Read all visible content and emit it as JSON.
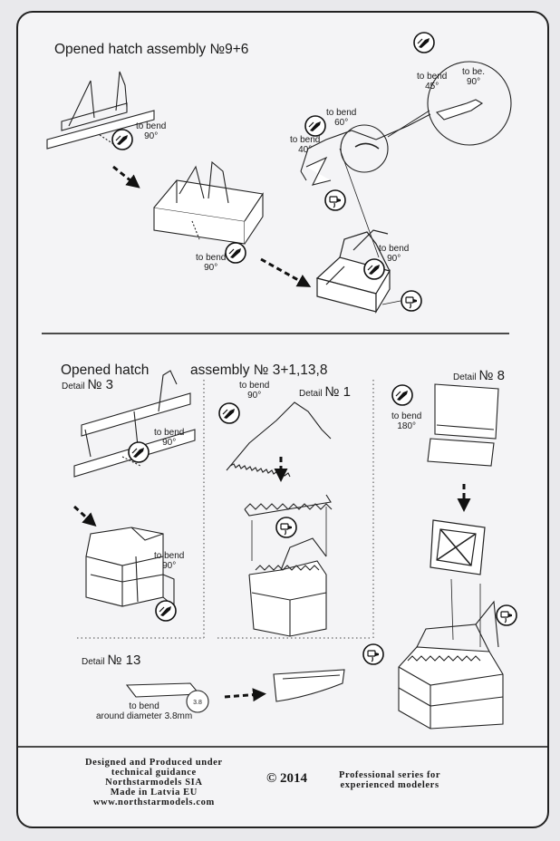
{
  "section1": {
    "title": "Opened hatch assembly №9+6",
    "labels": {
      "bend1": "to bend\n90°",
      "bend2": "to bend\n90°",
      "bend3": "to bend\n60°",
      "bend4": "to bend\n40°",
      "bend5": "to bend\n45°",
      "bend6": "to be.\n90°",
      "bend7": "to bend\n90°"
    }
  },
  "section2": {
    "title_part1": "Opened hatch",
    "title_part2": "assembly № 3+1,13,8",
    "detail3": {
      "prefix": "Detail",
      "num": "№ 3",
      "bend_a": "to bend\n90°",
      "bend_b": "to bend\n90°"
    },
    "detail1": {
      "prefix": "Detail",
      "num": "№ 1",
      "bend": "to bend\n90°"
    },
    "detail8": {
      "prefix": "Detail",
      "num": "№ 8",
      "bend": "to bend\n180°"
    },
    "detail13": {
      "prefix": "Detail",
      "num": "№ 13",
      "bend": "to bend\naround diameter 3.8mm"
    }
  },
  "footer": {
    "designer": "Designed and Produced under\ntechnical guidance\nNorthstarmodels SIA\nMade in Latvia EU\nwww.northstarmodels.com",
    "copyright": "© 2014",
    "series": "Professional series for\nexperienced modelers"
  },
  "colors": {
    "ink": "#1a1a1a",
    "paper": "#f4f4f6",
    "background": "#e9e9ec"
  },
  "icons": [
    "pliers-icon",
    "glue-tube-icon"
  ]
}
